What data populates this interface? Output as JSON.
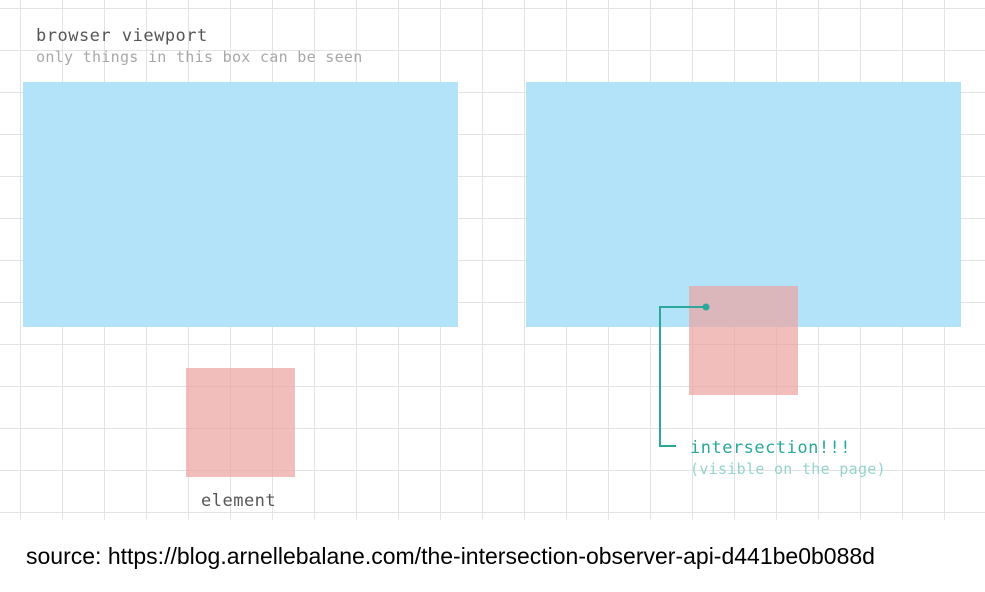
{
  "diagram": {
    "title": "browser viewport",
    "subtitle": "only things in this box can be seen",
    "element_label": "element",
    "intersection_label": "intersection!!!",
    "intersection_sublabel": "(visible on the page)",
    "colors": {
      "viewport": "#b2e3f8",
      "element": "#eca2a0",
      "intersection": "#2ba79b",
      "grid": "#e3e3e3"
    }
  },
  "source": "source: https://blog.arnellebalane.com/the-intersection-observer-api-d441be0b088d"
}
